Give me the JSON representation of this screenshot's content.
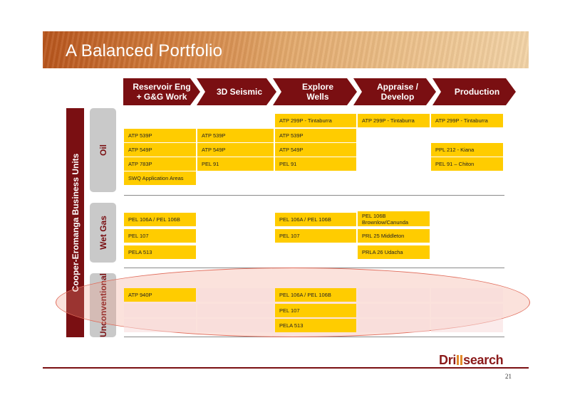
{
  "title": "A Balanced Portfolio",
  "stages": [
    "Reservoir Eng\n+ G&G Work",
    "3D Seismic",
    "Explore\nWells",
    "Appraise /\nDevelop",
    "Production"
  ],
  "business_unit": "Cooper-Eromanga Business Units",
  "categories": {
    "oil": "Oil",
    "wet_gas": "Wet Gas",
    "unconventional": "Unconventional"
  },
  "oil": {
    "r1": {
      "explore": "ATP 299P - Tintaburra",
      "appraise": "ATP 299P - Tintaburra",
      "production": "ATP 299P - Tintaburra"
    },
    "r2": {
      "reservoir": "ATP 539P",
      "seismic": "ATP 539P",
      "explore": "ATP 539P"
    },
    "r3": {
      "reservoir": "ATP 549P",
      "seismic": "ATP 549P",
      "explore": "ATP 549P",
      "production": "PPL 212 - Kiana"
    },
    "r4": {
      "reservoir": "ATP 783P",
      "seismic": "PEL 91",
      "explore": "PEL 91",
      "production": "PEL 91 – Chiton"
    },
    "r5": {
      "reservoir": "SWQ Application Areas"
    }
  },
  "wet_gas": {
    "r1": {
      "reservoir": "PEL 106A / PEL 106B",
      "explore": "PEL 106A / PEL 106B",
      "appraise": "PEL 106B\nBrownlow/Canunda"
    },
    "r2": {
      "reservoir": "PEL 107",
      "explore": "PEL 107",
      "appraise": "PRL 25 Middleton"
    },
    "r3": {
      "reservoir": "PELA 513",
      "appraise": "PRLA 26 Udacha"
    }
  },
  "unconventional": {
    "r1": {
      "reservoir": "ATP 940P",
      "explore": "PEL 106A / PEL 106B"
    },
    "r2": {
      "explore": "PEL 107"
    },
    "r3": {
      "explore": "PELA 513"
    }
  },
  "logo": {
    "part1": "Dri",
    "part2": "search"
  },
  "page_number": "21",
  "colors": {
    "maroon": "#7a0f12",
    "cell_yellow": "#ffcc00",
    "category_grey": "#c9c9c9"
  }
}
